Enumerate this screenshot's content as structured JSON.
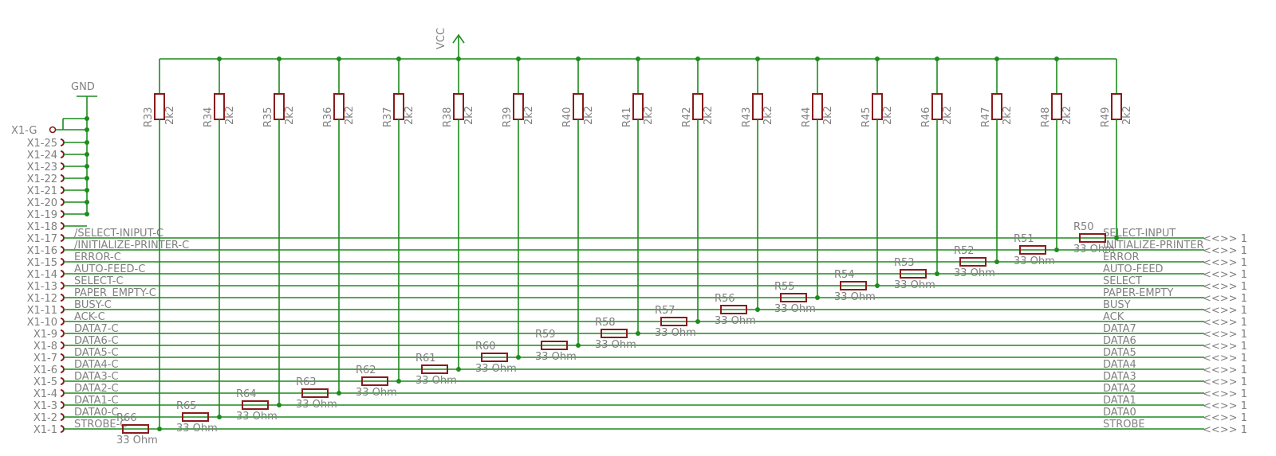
{
  "supply": {
    "vcc": "VCC",
    "gnd": "GND"
  },
  "connector_x1": {
    "ground_pin": "X1-G",
    "pins": [
      "X1-25",
      "X1-24",
      "X1-23",
      "X1-22",
      "X1-21",
      "X1-20",
      "X1-19",
      "X1-18",
      "X1-17",
      "X1-16",
      "X1-15",
      "X1-14",
      "X1-13",
      "X1-12",
      "X1-11",
      "X1-10",
      "X1-9",
      "X1-8",
      "X1-7",
      "X1-6",
      "X1-5",
      "X1-4",
      "X1-3",
      "X1-2",
      "X1-1"
    ]
  },
  "pullups": {
    "refs": [
      "R33",
      "R34",
      "R35",
      "R36",
      "R37",
      "R38",
      "R39",
      "R40",
      "R41",
      "R42",
      "R43",
      "R44",
      "R45",
      "R46",
      "R47",
      "R48",
      "R49"
    ],
    "value": "2k2"
  },
  "series": {
    "refs": [
      "R50",
      "R51",
      "R52",
      "R53",
      "R54",
      "R55",
      "R56",
      "R57",
      "R58",
      "R59",
      "R60",
      "R61",
      "R62",
      "R63",
      "R64",
      "R65",
      "R66"
    ],
    "value": "33 Ohm"
  },
  "connector_nets": [
    "/SELECT-INIPUT-C",
    "/INITIALIZE-PRINTER-C",
    "ERROR-C",
    "AUTO-FEED-C",
    "SELECT-C",
    "PAPER_EMPTY-C",
    "BUSY-C",
    "ACK-C",
    "DATA7-C",
    "DATA6-C",
    "DATA5-C",
    "DATA4-C",
    "DATA3-C",
    "DATA2-C",
    "DATA1-C",
    "DATA0-C",
    "STROBE-C"
  ],
  "port_nets": [
    "SELECT-INPUT",
    "INITIALIZE-PRINTER",
    "ERROR",
    "AUTO-FEED",
    "SELECT",
    "PAPER-EMPTY",
    "BUSY",
    "ACK",
    "DATA7",
    "DATA6",
    "DATA5",
    "DATA4",
    "DATA3",
    "DATA2",
    "DATA1",
    "DATA0",
    "STROBE"
  ],
  "port_marker": "<<>> 1",
  "colors": {
    "wire": "#1c8c1c",
    "part": "#8a1b1b",
    "text": "#808080"
  }
}
